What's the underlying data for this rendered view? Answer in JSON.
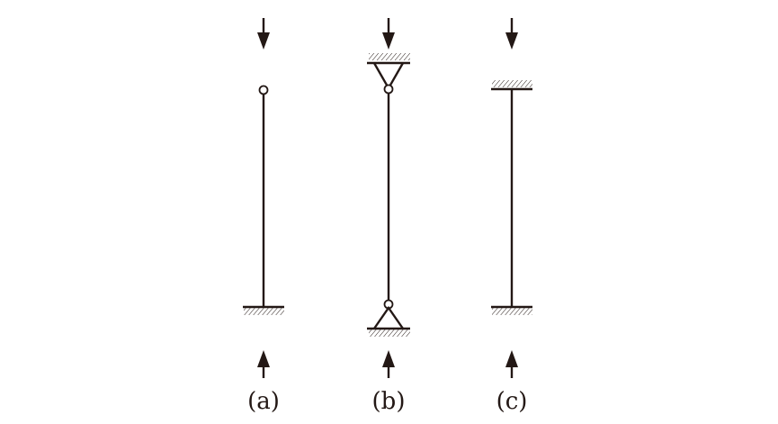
{
  "figure": {
    "panels": [
      {
        "id": "a",
        "label": "(a)",
        "top_support": "free-pinned-end",
        "bottom_support": "fixed"
      },
      {
        "id": "b",
        "label": "(b)",
        "top_support": "pinned",
        "bottom_support": "pinned"
      },
      {
        "id": "c",
        "label": "(c)",
        "top_support": "fixed",
        "bottom_support": "fixed"
      }
    ],
    "icons": {
      "load_arrow": "arrow-down-icon",
      "reaction_arrow": "arrow-up-icon",
      "hinge": "hinge-icon",
      "ground": "hatched-ground-icon"
    },
    "colors": {
      "ink": "#231815",
      "background": "#ffffff"
    }
  }
}
